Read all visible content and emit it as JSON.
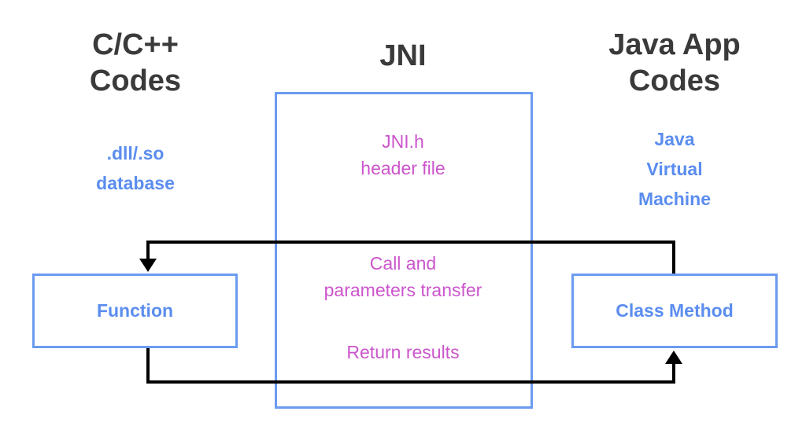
{
  "left_column": {
    "title_line1": "C/C++",
    "title_line2": "Codes",
    "subtitle_line1": ".dll/.so",
    "subtitle_line2": "database",
    "box_label": "Function"
  },
  "middle_column": {
    "title": "JNI",
    "header_line1": "JNI.h",
    "header_line2": "header file",
    "call_line1": "Call and",
    "call_line2": "parameters transfer",
    "return_text": "Return results"
  },
  "right_column": {
    "title_line1": "Java App",
    "title_line2": "Codes",
    "subtitle_line1": "Java",
    "subtitle_line2": "Virtual",
    "subtitle_line3": "Machine",
    "box_label": "Class Method"
  },
  "colors": {
    "heading": "#3a3a3a",
    "blue": "#5b8def",
    "box_border": "#6b9bf0",
    "pink": "#cc55cc",
    "arrow": "#000000"
  }
}
